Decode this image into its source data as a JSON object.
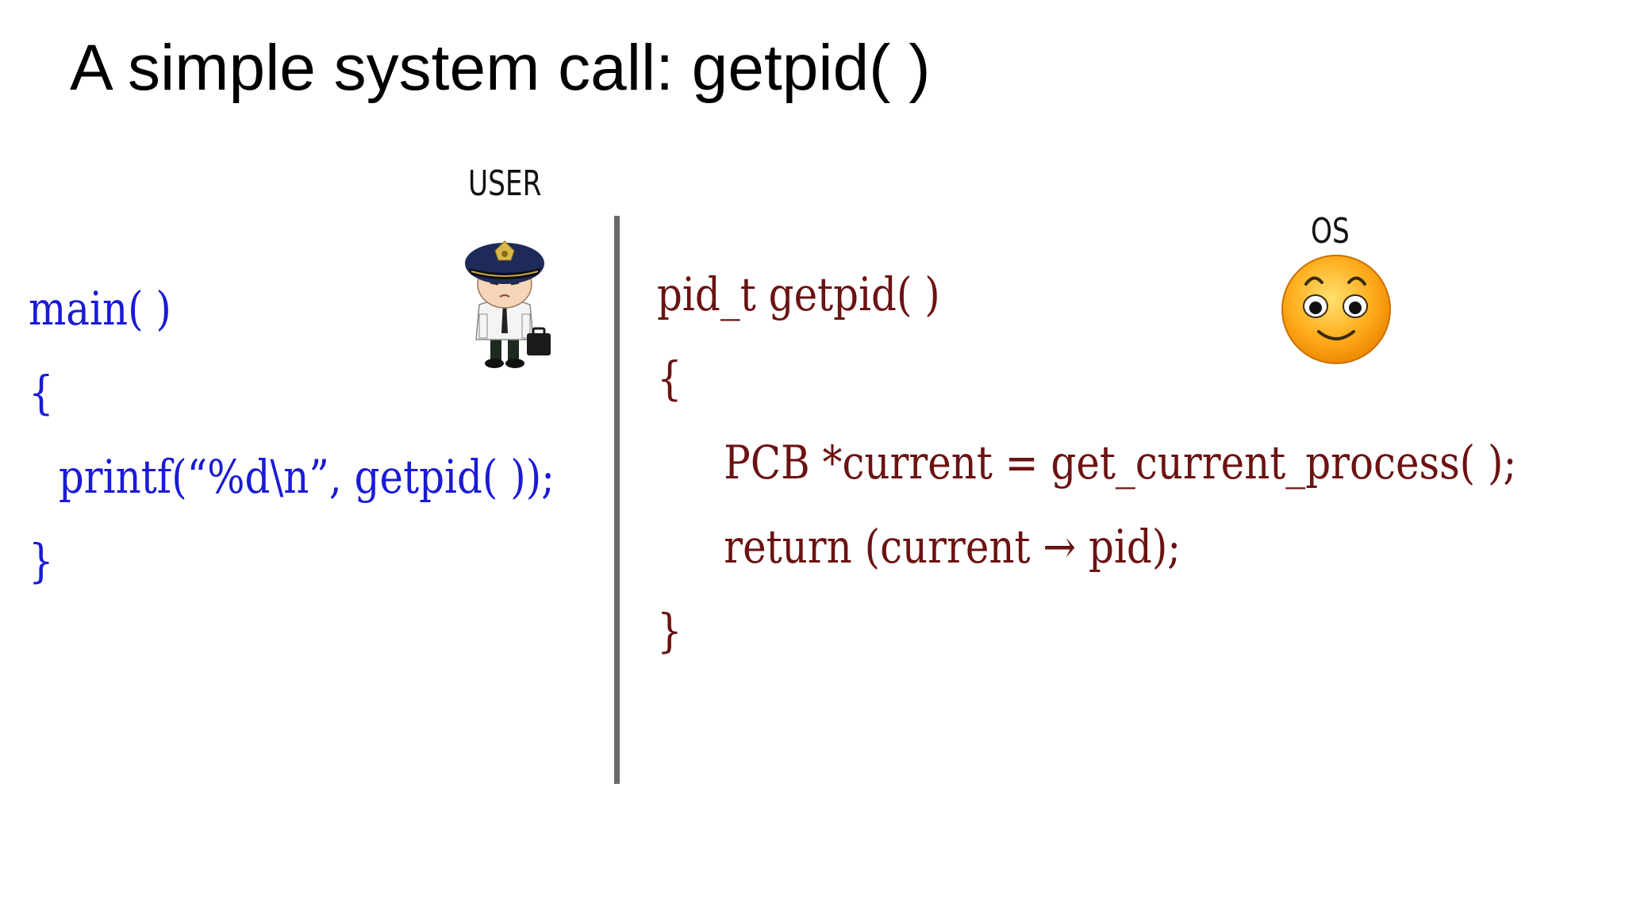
{
  "slide": {
    "title": "A simple system call: getpid( )"
  },
  "user_side": {
    "label": "USER",
    "avatar_icon": "police-officer-cartoon-icon",
    "code_color": "#1a1ad6",
    "code_lines": [
      "main( )",
      "{",
      "printf(“%d\\n”, getpid( ));",
      "}"
    ]
  },
  "os_side": {
    "label": "OS",
    "avatar_icon": "smiley-face-icon",
    "code_color": "#6b1212",
    "code_lines": [
      "pid_t getpid( )",
      "{",
      "PCB *current = get_current_process( );",
      "return (current → pid);",
      "}"
    ]
  }
}
